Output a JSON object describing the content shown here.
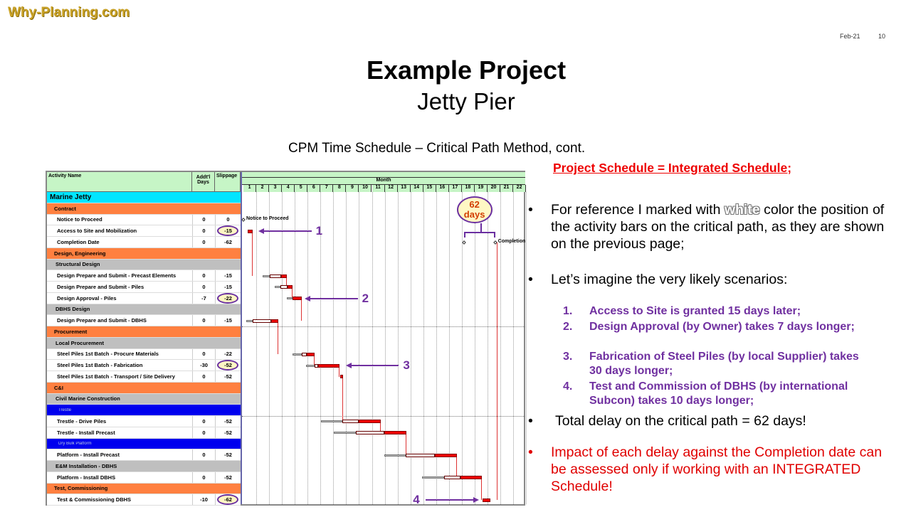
{
  "logo": "Why-Planning.com",
  "meta": {
    "date": "Feb-21",
    "page": "10"
  },
  "title": "Example Project",
  "subtitle": "Jetty Pier",
  "caption": "CPM Time Schedule – Critical Path Method, cont.",
  "table": {
    "headers": {
      "name": "Activity Name",
      "addl": "Addt'l Days",
      "slip": "Slippage",
      "month": "Month"
    },
    "months": [
      "1",
      "2",
      "3",
      "4",
      "5",
      "6",
      "7",
      "8",
      "9",
      "10",
      "11",
      "12",
      "13",
      "14",
      "15",
      "16",
      "17",
      "18",
      "19",
      "20",
      "21",
      "22"
    ],
    "rows": [
      {
        "type": "section",
        "name": "Marine Jetty"
      },
      {
        "type": "group",
        "name": "Contract"
      },
      {
        "type": "act",
        "name": "Notice to Proceed",
        "addl": "0",
        "slip": "0"
      },
      {
        "type": "act",
        "name": "Access to Site and Mobilization",
        "addl": "0",
        "slip": "-15",
        "circled": true
      },
      {
        "type": "act",
        "name": "Completion Date",
        "addl": "0",
        "slip": "-62"
      },
      {
        "type": "group",
        "name": "Design, Engineering"
      },
      {
        "type": "sub",
        "name": "Structural Design"
      },
      {
        "type": "act",
        "name": "Design Prepare and Submit - Precast Elements",
        "addl": "0",
        "slip": "-15"
      },
      {
        "type": "act",
        "name": "Design Prepare and Submit - Piles",
        "addl": "0",
        "slip": "-15"
      },
      {
        "type": "act",
        "name": "Design Approval - Piles",
        "addl": "-7",
        "slip": "-22",
        "circled": true
      },
      {
        "type": "sub",
        "name": "DBHS Design"
      },
      {
        "type": "act",
        "name": "Design Prepare and Submit - DBHS",
        "addl": "0",
        "slip": "-15"
      },
      {
        "type": "group",
        "name": "Procurement"
      },
      {
        "type": "sub",
        "name": "Local Procurement"
      },
      {
        "type": "act",
        "name": "Steel Piles 1st Batch - Procure Materials",
        "addl": "0",
        "slip": "-22"
      },
      {
        "type": "act",
        "name": "Steel Piles 1st Batch - Fabrication",
        "addl": "-30",
        "slip": "-52",
        "circled": true
      },
      {
        "type": "act",
        "name": "Steel Piles 1st Batch - Transport / Site Delivery",
        "addl": "0",
        "slip": "-52"
      },
      {
        "type": "group",
        "name": "C&I"
      },
      {
        "type": "sub",
        "name": "Civil Marine Construction"
      },
      {
        "type": "blue",
        "name": "Trestle"
      },
      {
        "type": "act",
        "name": "Trestle - Drive Piles",
        "addl": "0",
        "slip": "-52"
      },
      {
        "type": "act",
        "name": "Trestle - Install Precast",
        "addl": "0",
        "slip": "-52"
      },
      {
        "type": "blue",
        "name": "Dry Bulk Platform"
      },
      {
        "type": "act",
        "name": "Platform - Install Precast",
        "addl": "0",
        "slip": "-52"
      },
      {
        "type": "sub",
        "name": "E&M Installation - DBHS"
      },
      {
        "type": "act",
        "name": "Platform - Install DBHS",
        "addl": "0",
        "slip": "-52"
      },
      {
        "type": "group",
        "name": "Test, Commissioning"
      },
      {
        "type": "act",
        "name": "Test & Commissioning DBHS",
        "addl": "-10",
        "slip": "-62",
        "circled": true
      }
    ]
  },
  "chart_data": {
    "type": "gantt",
    "unit": "month",
    "bars": [
      {
        "row": 3,
        "segments": [
          0.33,
          0.33,
          0.33,
          0.72
        ]
      },
      {
        "row": 7,
        "segments": [
          1.5,
          2.05,
          2.94,
          3.38
        ]
      },
      {
        "row": 8,
        "segments": [
          2.44,
          2.88,
          3.43,
          3.82
        ]
      },
      {
        "row": 9,
        "segments": [
          3.38,
          3.82,
          3.82,
          4.54
        ]
      },
      {
        "row": 11,
        "segments": [
          0.22,
          0.72,
          2.16,
          2.71
        ]
      },
      {
        "row": 14,
        "segments": [
          3.82,
          4.54,
          4.93,
          5.54
        ]
      },
      {
        "row": 15,
        "segments": [
          4.88,
          5.54,
          5.82,
          7.48
        ]
      },
      {
        "row": 16,
        "segments": [
          7.53,
          7.53,
          7.53,
          7.76
        ]
      },
      {
        "row": 20,
        "segments": [
          6.04,
          7.7,
          8.98,
          10.69
        ]
      },
      {
        "row": 21,
        "segments": [
          7.04,
          8.76,
          10.97,
          12.69
        ]
      },
      {
        "row": 23,
        "segments": [
          10.97,
          12.63,
          14.9,
          16.62
        ]
      },
      {
        "row": 25,
        "segments": [
          13.9,
          15.6,
          16.9,
          18.57
        ]
      },
      {
        "row": 27,
        "segments": [
          18.6,
          18.6,
          18.6,
          19.22
        ]
      }
    ],
    "milestones": [
      {
        "row": 2,
        "month": 0.0,
        "label": "Notice to Proceed"
      },
      {
        "row": 4,
        "month": 17.2,
        "label": ""
      },
      {
        "row": 4,
        "month": 19.6,
        "label": "Completion"
      }
    ],
    "delay_label": {
      "value": "62",
      "unit": "days"
    },
    "markers": [
      {
        "label": "1",
        "row": 3
      },
      {
        "label": "2",
        "row": 9
      },
      {
        "label": "3",
        "row": 15
      },
      {
        "label": "4",
        "row": 27
      }
    ]
  },
  "right": {
    "heading": "Project Schedule = Integrated Schedule;",
    "b1_pre": "For reference I marked with ",
    "b1_white": "white",
    "b1_post": " color the position of the activity bars on the critical path, as they are shown on the previous page;",
    "b2": "Let’s imagine the very likely scenarios:",
    "scenarios": [
      {
        "n": "1.",
        "t": "Access to Site is granted 15 days later;"
      },
      {
        "n": "2.",
        "t": "Design Approval (by Owner) takes 7 days longer;"
      },
      {
        "n": "3.",
        "t": "Fabrication of Steel Piles (by local Supplier) takes 30 days longer;"
      },
      {
        "n": "4.",
        "t": "Test and Commission of DBHS (by international Subcon) takes 10 days longer;"
      }
    ],
    "b3": "Total delay on the critical path = 62 days!",
    "b4": "Impact of each delay against the Completion date can be assessed only if working with an INTEGRATED Schedule!",
    "bullet": "•",
    "colors": {
      "heading": "#e00000",
      "scenario": "#7030a0",
      "impact": "#e00000"
    }
  }
}
